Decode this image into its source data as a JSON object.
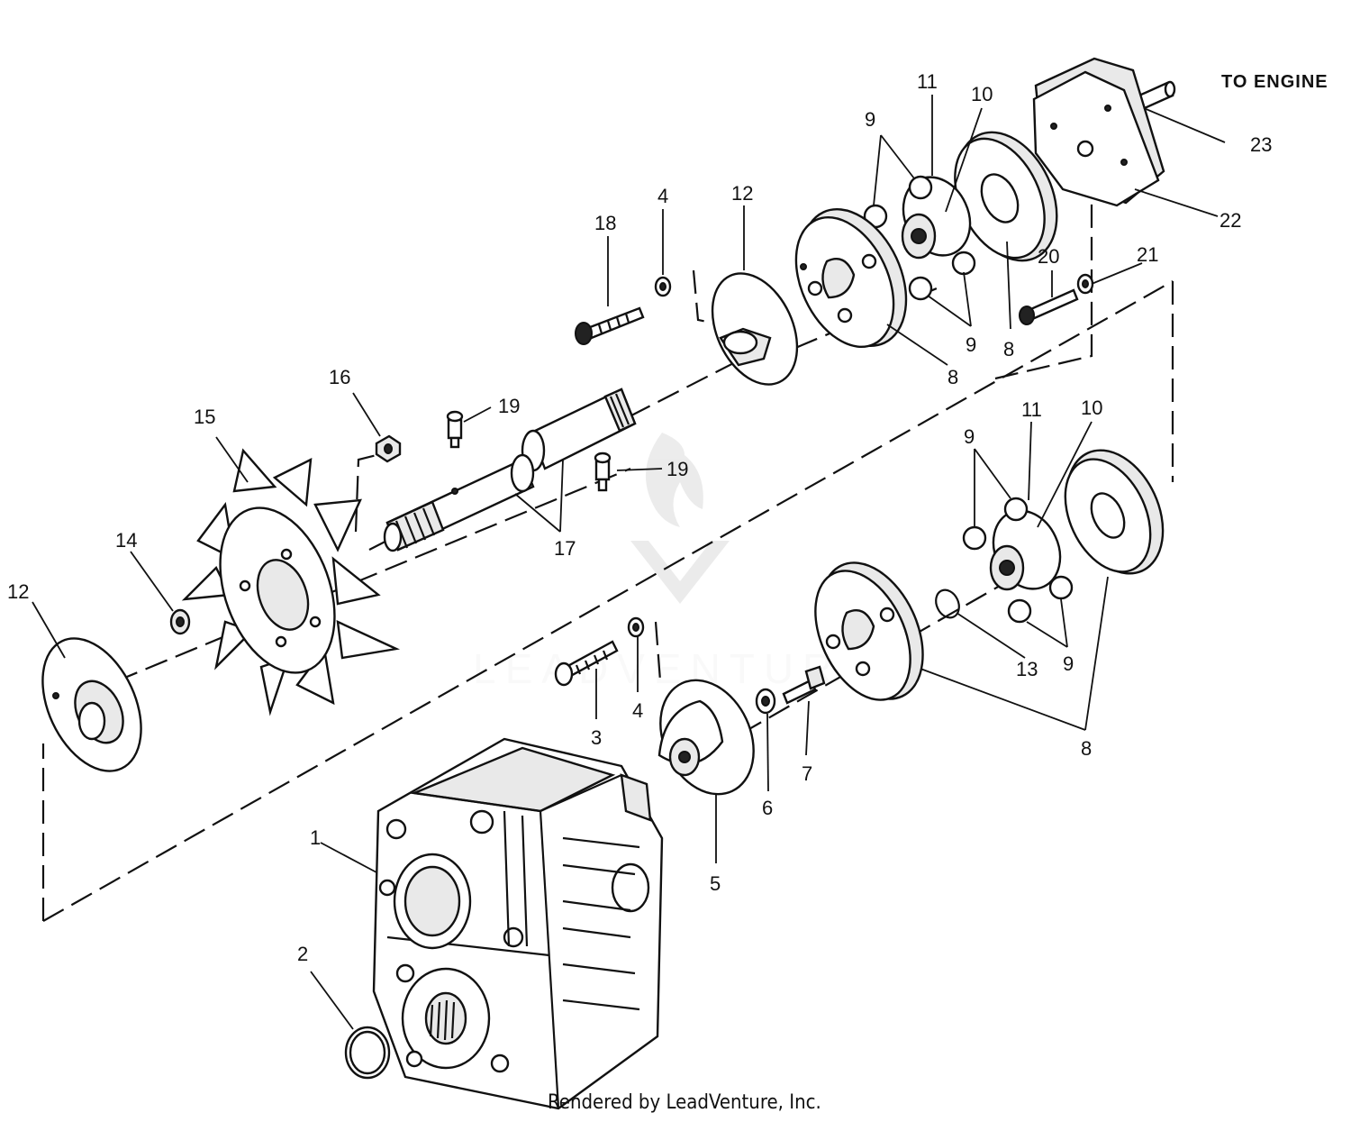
{
  "diagram": {
    "to_engine_label": "TO ENGINE",
    "credit": "Rendered by LeadVenture, Inc.",
    "watermark": "LEADVENTURE",
    "callouts": [
      {
        "id": "c1",
        "text": "1"
      },
      {
        "id": "c2",
        "text": "2"
      },
      {
        "id": "c3",
        "text": "3"
      },
      {
        "id": "c4a",
        "text": "4"
      },
      {
        "id": "c4b",
        "text": "4"
      },
      {
        "id": "c5",
        "text": "5"
      },
      {
        "id": "c6",
        "text": "6"
      },
      {
        "id": "c7",
        "text": "7"
      },
      {
        "id": "c8a",
        "text": "8"
      },
      {
        "id": "c8b",
        "text": "8"
      },
      {
        "id": "c8c",
        "text": "8"
      },
      {
        "id": "c9a",
        "text": "9"
      },
      {
        "id": "c9b",
        "text": "9"
      },
      {
        "id": "c9c",
        "text": "9"
      },
      {
        "id": "c9d",
        "text": "9"
      },
      {
        "id": "c10a",
        "text": "10"
      },
      {
        "id": "c10b",
        "text": "10"
      },
      {
        "id": "c11a",
        "text": "11"
      },
      {
        "id": "c11b",
        "text": "11"
      },
      {
        "id": "c12a",
        "text": "12"
      },
      {
        "id": "c12b",
        "text": "12"
      },
      {
        "id": "c13",
        "text": "13"
      },
      {
        "id": "c14",
        "text": "14"
      },
      {
        "id": "c15",
        "text": "15"
      },
      {
        "id": "c16",
        "text": "16"
      },
      {
        "id": "c17",
        "text": "17"
      },
      {
        "id": "c18",
        "text": "18"
      },
      {
        "id": "c19a",
        "text": "19"
      },
      {
        "id": "c19b",
        "text": "19"
      },
      {
        "id": "c20",
        "text": "20"
      },
      {
        "id": "c21",
        "text": "21"
      },
      {
        "id": "c22",
        "text": "22"
      },
      {
        "id": "c23",
        "text": "23"
      }
    ]
  }
}
